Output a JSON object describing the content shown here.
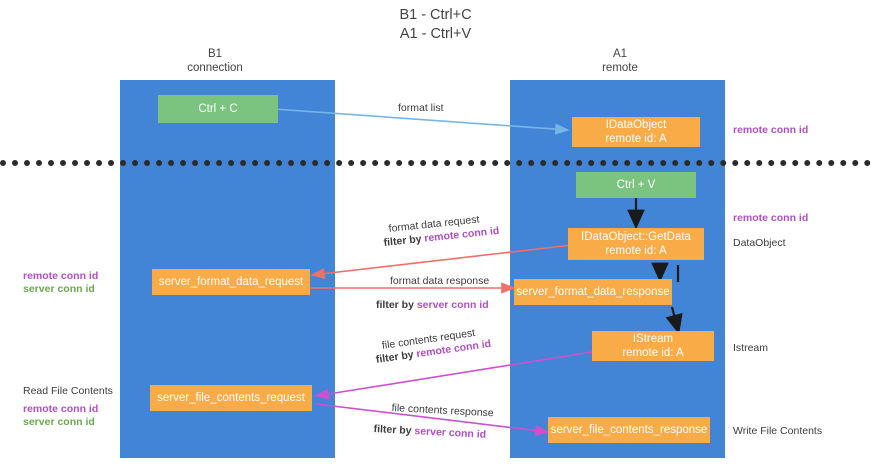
{
  "title": "B1 - Ctrl+C\nA1 - Ctrl+V",
  "columns": [
    {
      "name": "B1",
      "sub": "connection",
      "header": "B1\nconnection"
    },
    {
      "name": "A1",
      "sub": "remote",
      "header": "A1\nremote"
    }
  ],
  "boxes": {
    "ctrl_c": "Ctrl + C",
    "ctrl_v": "Ctrl + V",
    "idataobject_line1": "IDataObject",
    "idataobject_line2": "remote id: A",
    "getdata_line1": "IDataObject::GetData",
    "getdata_line2": "remote id: A",
    "istream_line1": "IStream",
    "istream_line2": "remote id: A",
    "server_format_data_request": "server_format_data_request",
    "server_format_data_response": "server_format_data_response",
    "server_file_contents_request": "server_file_contents_request",
    "server_file_contents_response": "server_file_contents_response"
  },
  "edge_labels": {
    "format_list": "format list",
    "format_data_request": "format data request",
    "format_data_request_filter_prefix": "filter by ",
    "format_data_request_filter_key": "remote conn id",
    "format_data_response": "format data response",
    "format_data_response_filter_prefix": "filter by ",
    "format_data_response_filter_key": "server conn id",
    "file_contents_request": "file contents request",
    "file_contents_request_filter_prefix": "filter by ",
    "file_contents_request_filter_key": "remote conn id",
    "file_contents_response": "file contents response",
    "file_contents_response_filter_prefix": "filter by ",
    "file_contents_response_filter_key": "server conn id"
  },
  "right_annotations": {
    "remote_conn_id_top": "remote conn id",
    "remote_conn_id_mid": "remote conn id",
    "dataobject": "DataObject",
    "istream": "Istream",
    "write_file_contents": "Write File Contents"
  },
  "left_annotations": {
    "remote_conn_id_mid": "remote conn id",
    "server_conn_id_mid": "server conn id",
    "read_file_contents": "Read File Contents",
    "remote_conn_id_bottom": "remote conn id",
    "server_conn_id_bottom": "server conn id"
  },
  "colors": {
    "lane": "#4285d6",
    "green_box": "#7ac47f",
    "orange_box": "#f9ab48",
    "purple_text": "#b14fc5",
    "green_text": "#6aa84f",
    "divider": "#2b2b2b",
    "arrow_blue": "#76b5e8",
    "arrow_red": "#ef6f6a",
    "arrow_magenta": "#cf4fcf",
    "arrow_black": "#1a1a1a"
  }
}
